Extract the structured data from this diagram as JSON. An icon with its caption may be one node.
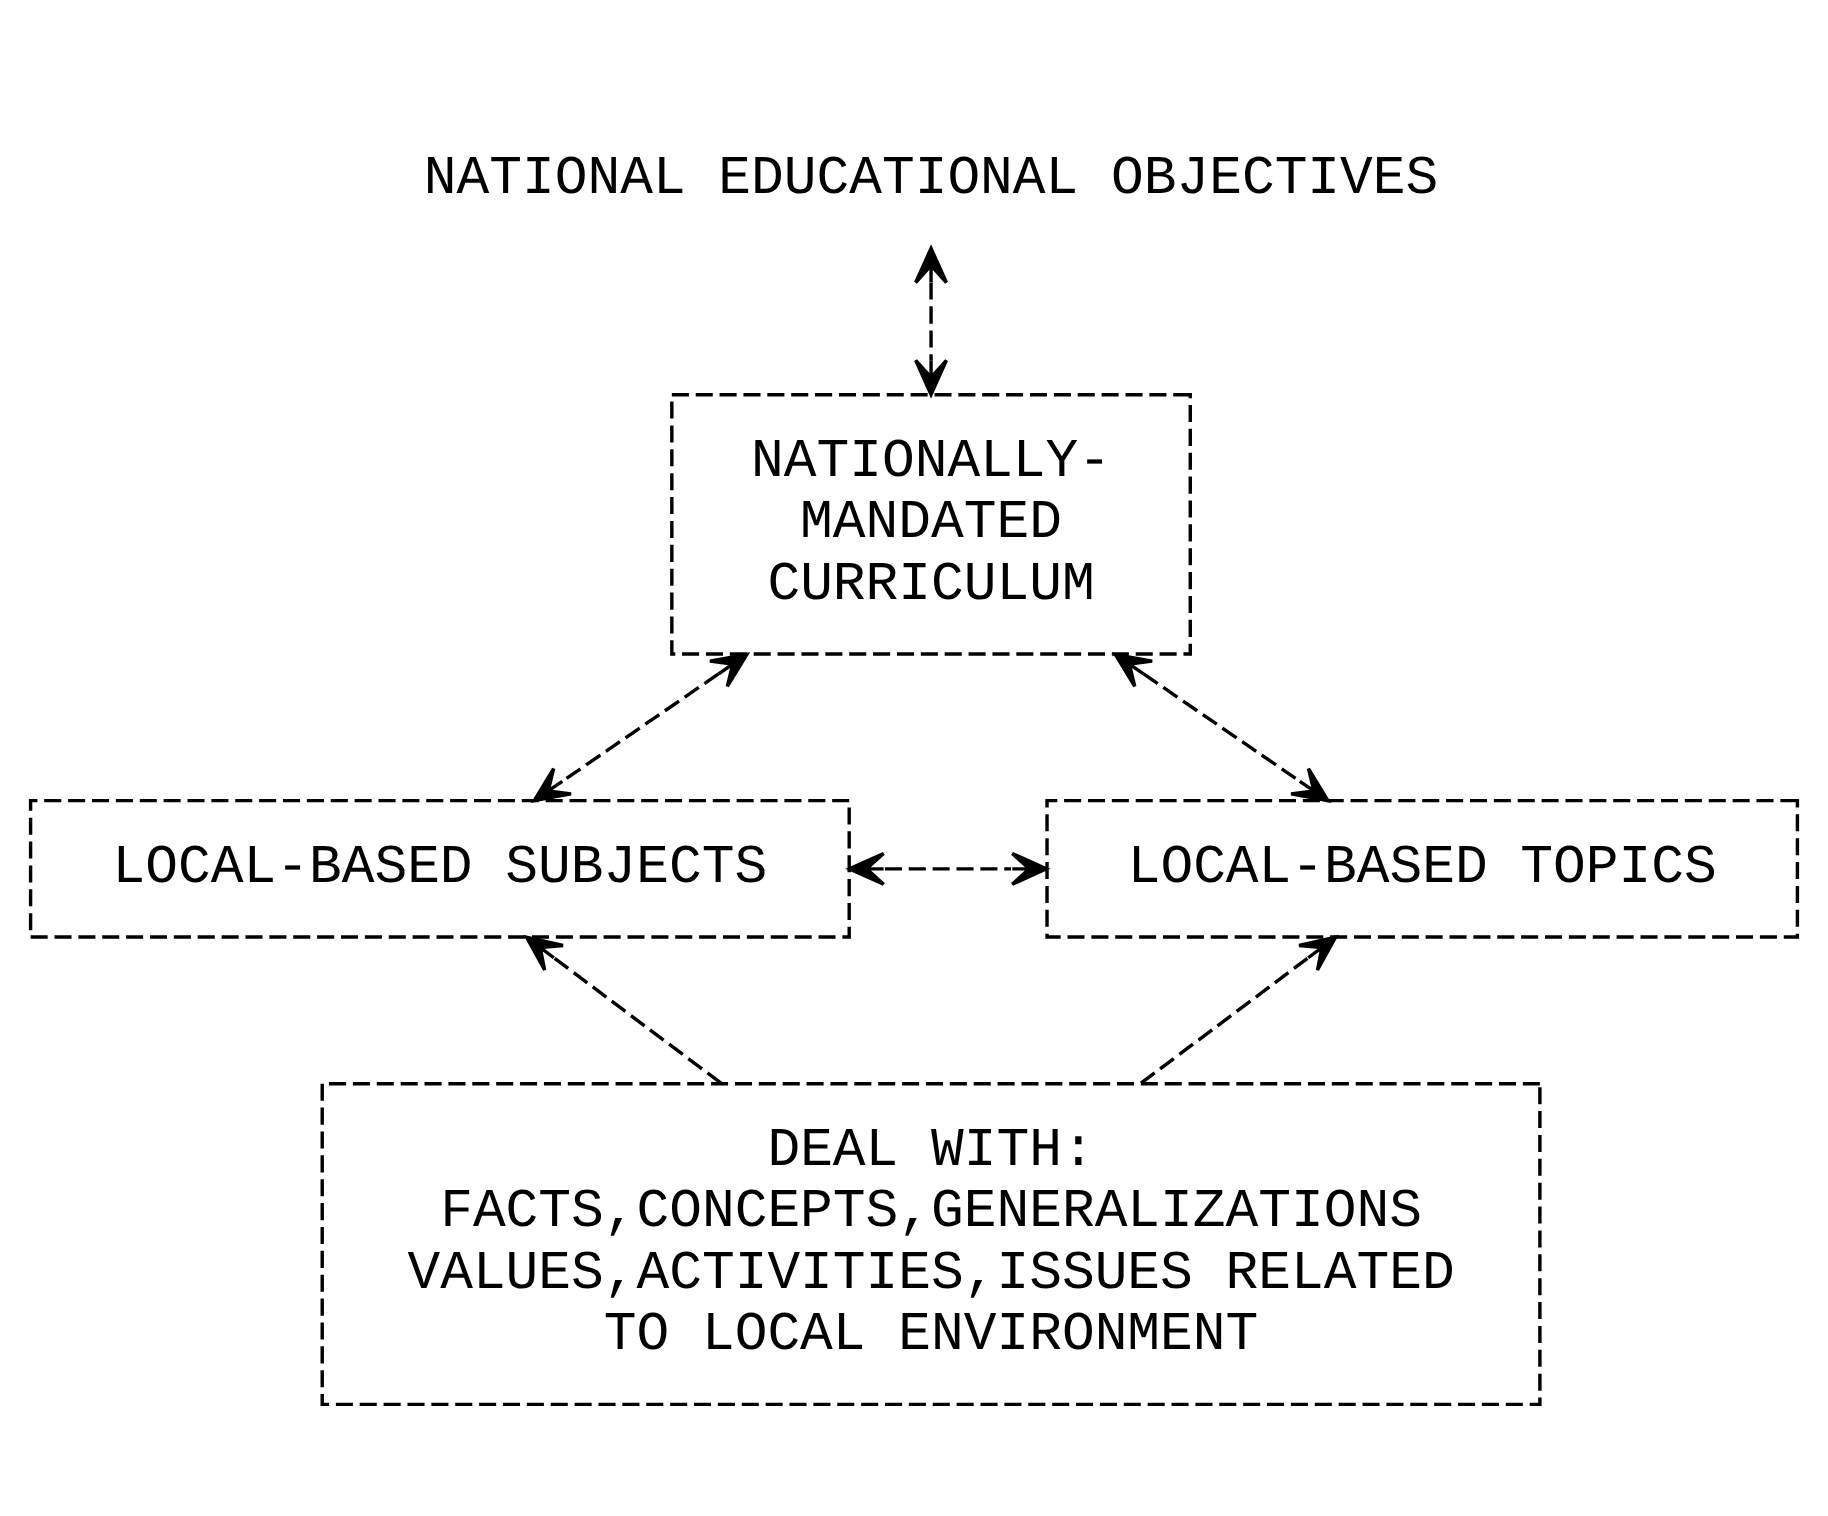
{
  "diagram": {
    "nodes": [
      {
        "text": [
          "NATIONAL EDUCATIONAL OBJECTIVES"
        ]
      },
      {
        "text": [
          "NATIONALLY- MANDATED CURRICULUM"
        ]
      },
      {
        "text": [
          "LOCAL-BASED SUBJECTS"
        ]
      },
      {
        "text": [
          "LOCAL-BASED TOPICS"
        ]
      },
      {
        "text": [
          "DEAL WITH:",
          "FACTS,CONCEPTS,GENERALIZATIONS VALUES,ACTIVITIES,ISSUES RELATED TO LOCAL ENVIRONMENT"
        ]
      }
    ],
    "edges": [
      {
        "from": 0,
        "to": 1,
        "arrow": "both",
        "style": "dashed"
      },
      {
        "from": 1,
        "to": 2,
        "arrow": "both",
        "style": "dashed"
      },
      {
        "from": 1,
        "to": 3,
        "arrow": "both",
        "style": "dashed"
      },
      {
        "from": 2,
        "to": 3,
        "arrow": "both",
        "style": "dashed"
      },
      {
        "from": 4,
        "to": 2,
        "arrow": "to",
        "style": "dashed"
      },
      {
        "from": 4,
        "to": 3,
        "arrow": "to",
        "style": "dashed"
      }
    ]
  }
}
